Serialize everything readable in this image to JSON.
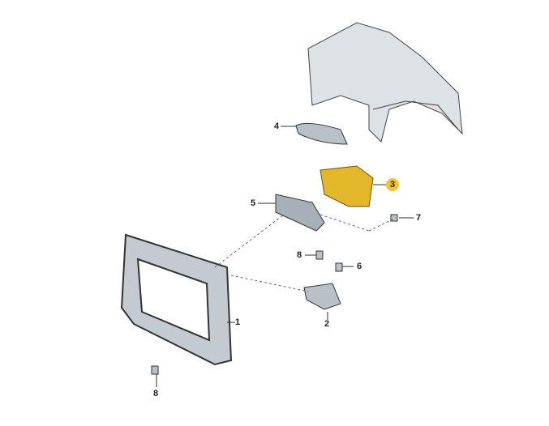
{
  "diagram": {
    "callouts": [
      {
        "id": "1",
        "label": "1"
      },
      {
        "id": "2",
        "label": "2"
      },
      {
        "id": "3",
        "label": "3",
        "highlighted": true
      },
      {
        "id": "4",
        "label": "4"
      },
      {
        "id": "5",
        "label": "5"
      },
      {
        "id": "6",
        "label": "6"
      },
      {
        "id": "7",
        "label": "7"
      },
      {
        "id": "8a",
        "label": "8"
      },
      {
        "id": "8b",
        "label": "8"
      }
    ],
    "colors": {
      "highlight": "#f2c230",
      "part": "#b8c0c8",
      "outline": "#333333"
    }
  }
}
